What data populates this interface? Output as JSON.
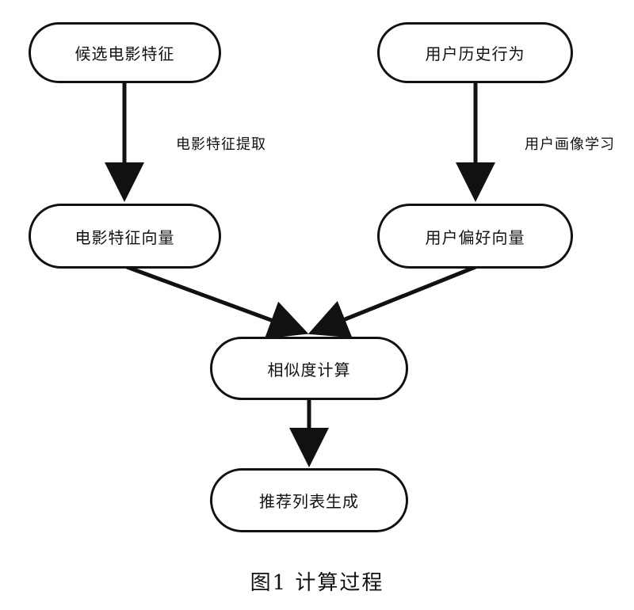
{
  "nodes": {
    "candidate_movie_features": "候选电影特征",
    "user_history_behavior": "用户历史行为",
    "movie_feature_vector": "电影特征向量",
    "user_preference_vector": "用户偏好向量",
    "similarity_calculation": "相似度计算",
    "recommendation_list_generation": "推荐列表生成"
  },
  "edge_labels": {
    "movie_feature_extraction": "电影特征提取",
    "user_profile_learning": "用户画像学习"
  },
  "caption": "图1  计算过程",
  "colors": {
    "stroke": "#111111",
    "background": "#ffffff"
  }
}
